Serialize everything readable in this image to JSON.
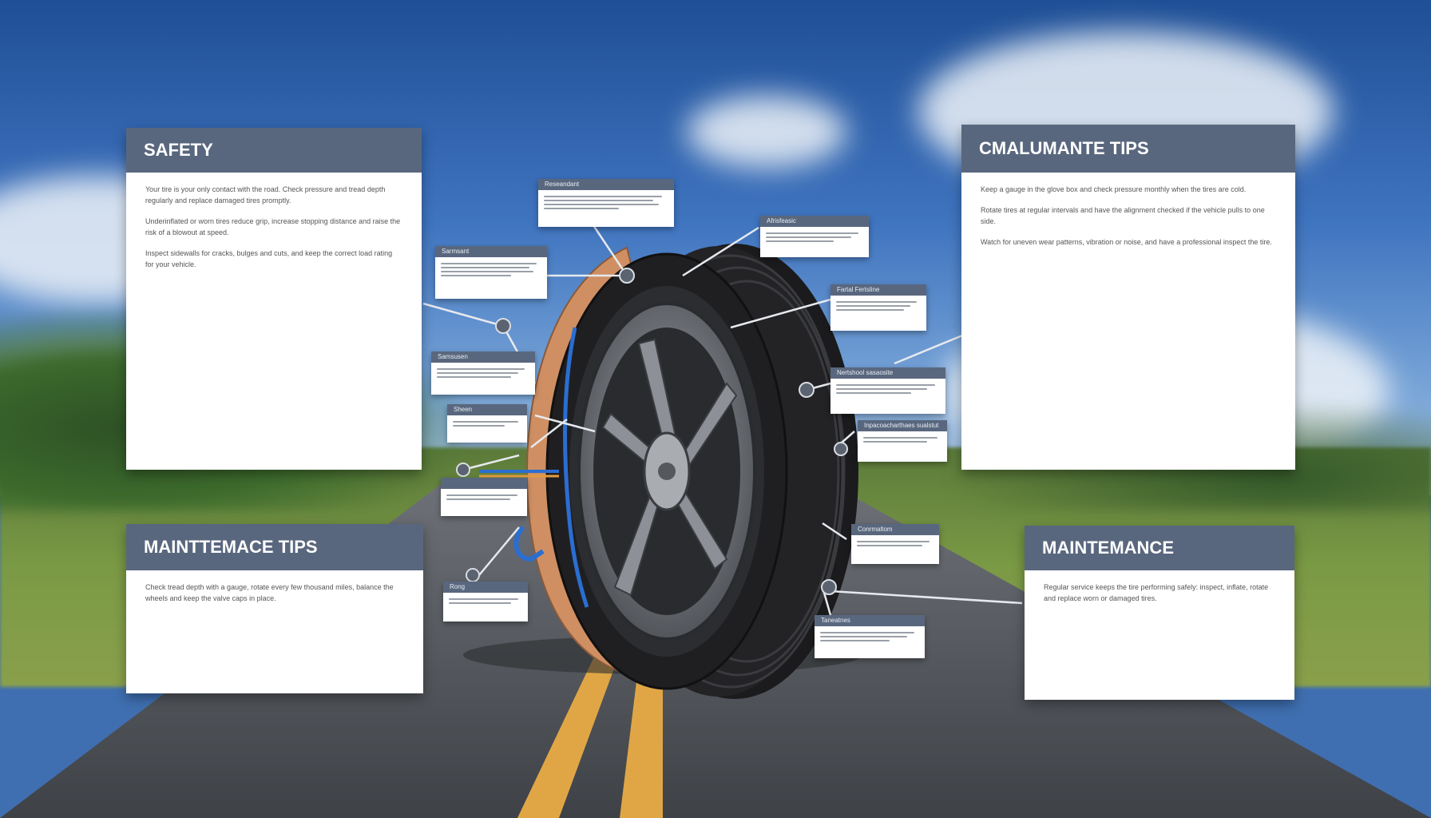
{
  "panels": {
    "safety": {
      "title": "SAFETY",
      "paragraphs": [
        "Your tire is your only contact with the road. Check pressure and tread depth regularly and replace damaged tires promptly.",
        "Underinflated or worn tires reduce grip, increase stopping distance and raise the risk of a blowout at speed.",
        "Inspect sidewalls for cracks, bulges and cuts, and keep the correct load rating for your vehicle."
      ]
    },
    "customer_tips": {
      "title": "CMALUMANTE TIPS",
      "paragraphs": [
        "Keep a gauge in the glove box and check pressure monthly when the tires are cold.",
        "Rotate tires at regular intervals and have the alignment checked if the vehicle pulls to one side.",
        "Watch for uneven wear patterns, vibration or noise, and have a professional inspect the tire."
      ]
    },
    "maintenance_tips": {
      "title": "MAINTTEMACE TIPS",
      "paragraphs": [
        "Check tread depth with a gauge, rotate every few thousand miles, balance the wheels and keep the valve caps in place."
      ]
    },
    "maintenance": {
      "title": "MAINTEMANCE",
      "paragraphs": [
        "Regular service keeps the tire performing safely: inspect, inflate, rotate and replace worn or damaged tires."
      ]
    }
  },
  "callouts": {
    "c_top": {
      "label": "Reseandant"
    },
    "c_left1": {
      "label": "Sarmsant"
    },
    "c_left2": {
      "label": "Samsusen"
    },
    "c_left3": {
      "label": "Sheen"
    },
    "c_left4": {
      "label": ""
    },
    "c_left5": {
      "label": "Rong"
    },
    "c_r1": {
      "label": "Afrisfeasic"
    },
    "c_r2": {
      "label": "Fartal Fertsline"
    },
    "c_r3": {
      "label": "Nertshool sasaosite"
    },
    "c_r4": {
      "label": "Inpacoacharthaes sualstut"
    },
    "c_r5": {
      "label": "Conrmaltom"
    },
    "c_r6": {
      "label": "Taneatnes"
    }
  },
  "colors": {
    "panel_header": "#59677e",
    "callout_header": "#59677e",
    "tire": "#1d1d1f",
    "rim": "#6b6e73",
    "cutaway_layer": "#d9a27c",
    "cord": "#2b6ed1"
  }
}
